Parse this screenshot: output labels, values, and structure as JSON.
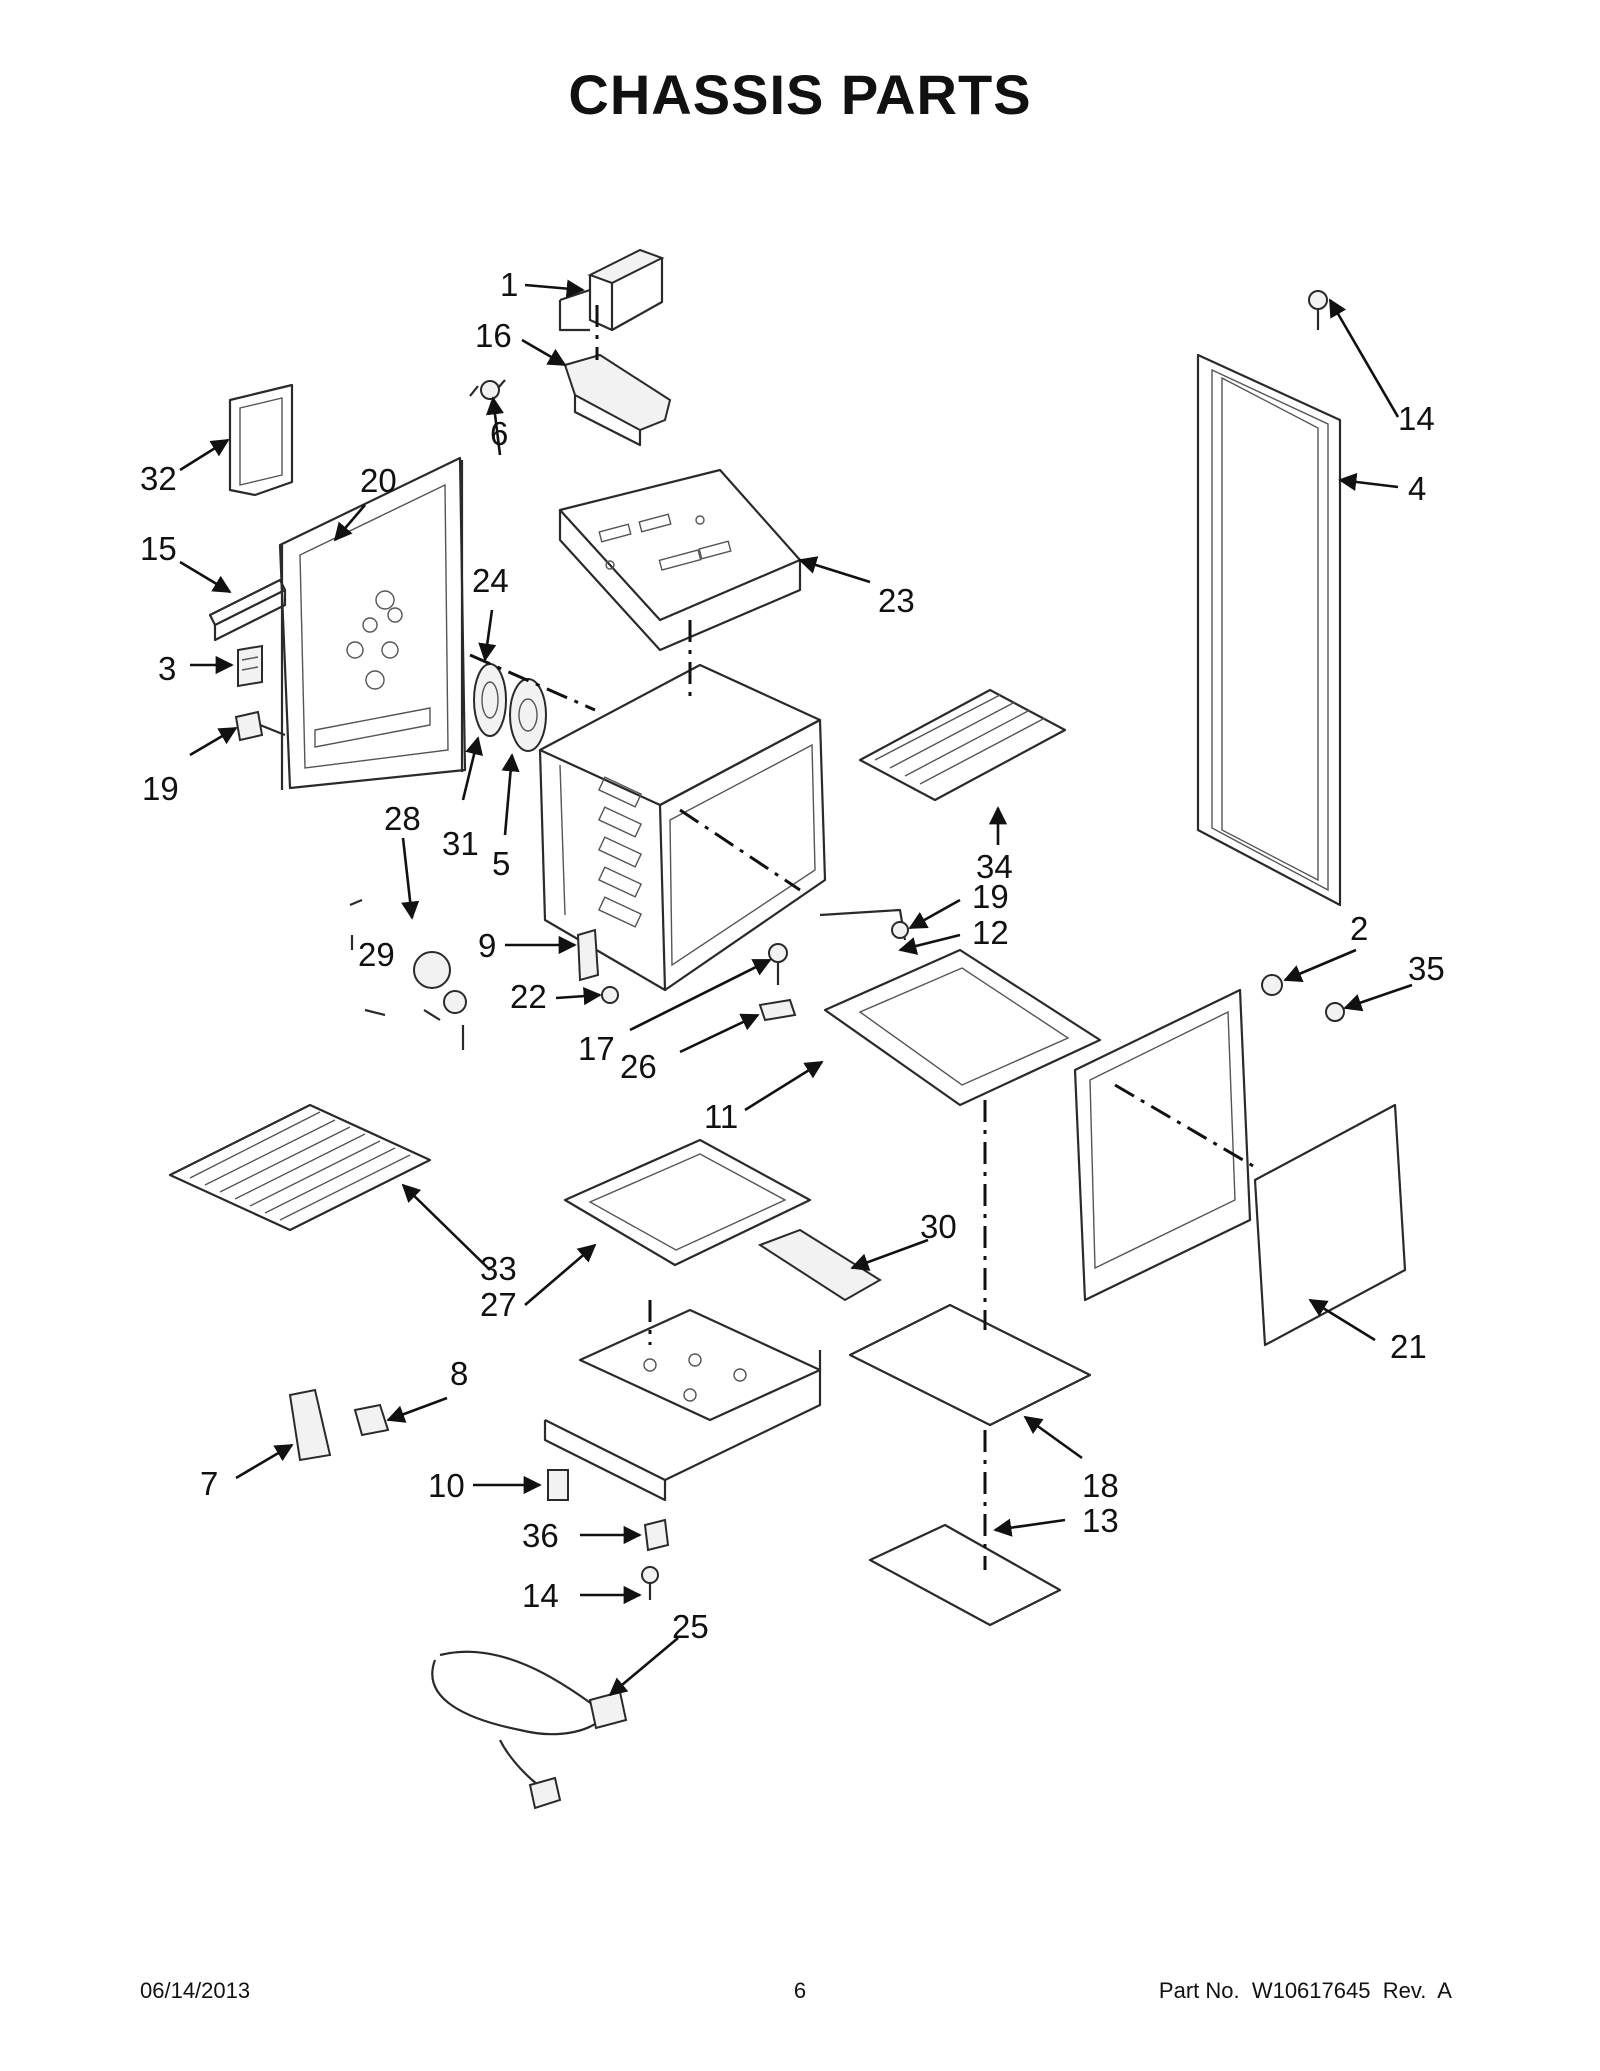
{
  "title": "CHASSIS PARTS",
  "footer": {
    "date": "06/14/2013",
    "page": "6",
    "part_no": "Part No.  W10617645  Rev.  A"
  },
  "callouts": [
    {
      "id": "c1",
      "text": "1"
    },
    {
      "id": "c16",
      "text": "16"
    },
    {
      "id": "c14a",
      "text": "14"
    },
    {
      "id": "c6",
      "text": "6"
    },
    {
      "id": "c32",
      "text": "32"
    },
    {
      "id": "c20",
      "text": "20"
    },
    {
      "id": "c4",
      "text": "4"
    },
    {
      "id": "c15",
      "text": "15"
    },
    {
      "id": "c24",
      "text": "24"
    },
    {
      "id": "c23",
      "text": "23"
    },
    {
      "id": "c3",
      "text": "3"
    },
    {
      "id": "c19a",
      "text": "19"
    },
    {
      "id": "c28",
      "text": "28"
    },
    {
      "id": "c31",
      "text": "31"
    },
    {
      "id": "c5",
      "text": "5"
    },
    {
      "id": "c34",
      "text": "34"
    },
    {
      "id": "c19b",
      "text": "19"
    },
    {
      "id": "c12",
      "text": "12"
    },
    {
      "id": "c2",
      "text": "2"
    },
    {
      "id": "c35",
      "text": "35"
    },
    {
      "id": "c9",
      "text": "9"
    },
    {
      "id": "c29",
      "text": "29"
    },
    {
      "id": "c22",
      "text": "22"
    },
    {
      "id": "c17",
      "text": "17"
    },
    {
      "id": "c26",
      "text": "26"
    },
    {
      "id": "c11",
      "text": "11"
    },
    {
      "id": "c30",
      "text": "30"
    },
    {
      "id": "c33",
      "text": "33"
    },
    {
      "id": "c27",
      "text": "27"
    },
    {
      "id": "c21",
      "text": "21"
    },
    {
      "id": "c8",
      "text": "8"
    },
    {
      "id": "c7",
      "text": "7"
    },
    {
      "id": "c10",
      "text": "10"
    },
    {
      "id": "c18",
      "text": "18"
    },
    {
      "id": "c36",
      "text": "36"
    },
    {
      "id": "c13",
      "text": "13"
    },
    {
      "id": "c14b",
      "text": "14"
    },
    {
      "id": "c25",
      "text": "25"
    }
  ]
}
